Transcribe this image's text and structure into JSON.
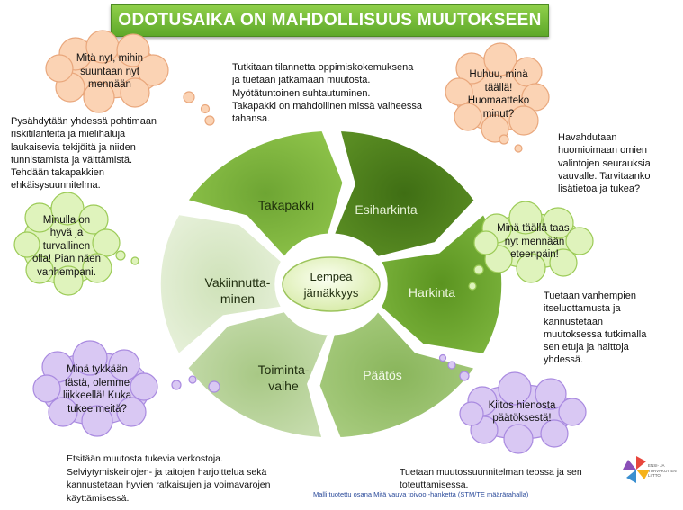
{
  "title": "ODOTUSAIKA ON MAHDOLLISUUS MUUTOKSEEN",
  "center_label": "Lempeä jämäkkyys",
  "segments": {
    "takapakki": "Takapakki",
    "esiharkinta": "Esiharkinta",
    "harkinta": "Harkinta",
    "paatos": "Päätös",
    "toimintavaihe_1": "Toiminta-",
    "toimintavaihe_2": "vaihe",
    "vakiinnuttaminen_1": "Vakiinnutta-",
    "vakiinnuttaminen_2": "minen"
  },
  "texts": {
    "top": [
      "Tutkitaan tilannetta oppimiskokemuksena",
      "ja tuetaan jatkamaan muutosta.",
      "Myötätuntoinen suhtautuminen.",
      "Takapakki on mahdollinen missä vaiheessa",
      "tahansa."
    ],
    "left_top": [
      "Pysähdytään yhdessä pohtimaan",
      "riskitilanteita ja mielihaluja",
      "laukaisevia tekijöitä ja niiden",
      "tunnistamista ja välttämistä.",
      "Tehdään takapakkien",
      "ehkäisysuunnitelma."
    ],
    "right_top": [
      "Havahdutaan",
      "huomioimaan omien",
      "valintojen seurauksia",
      "vauvalle. Tarvitaanko",
      "lisätietoa ja tukea?"
    ],
    "right_mid": [
      "Tuetaan vanhempien",
      "itseluottamusta ja",
      "kannustetaan",
      "muutoksessa tutkimalla",
      "sen etuja ja haittoja",
      "yhdessä."
    ],
    "bottom_left": [
      "Etsitään muutosta tukevia verkostoja.",
      "Selviytymiskeinojen- ja taitojen harjoittelua sekä",
      "kannustetaan hyvien ratkaisujen ja voimavarojen",
      "käyttämisessä."
    ],
    "bottom_right": [
      "Tuetaan muutossuunnitelman teossa ja sen",
      "toteuttamisessa."
    ]
  },
  "bubbles": {
    "top_left": [
      "Mitä nyt, mihin",
      "suuntaan nyt",
      "mennään"
    ],
    "top_right": [
      "Huhuu, minä",
      "täällä!",
      "Huomaatteko",
      "minut?"
    ],
    "left_mid": [
      "Minulla on",
      "hyvä ja",
      "turvallinen",
      "olla! Pian näen",
      "vanhempani."
    ],
    "right_mid": [
      "Minä täällä taas,",
      "nyt mennään",
      "eteenpäin!"
    ],
    "bottom_left": [
      "Minä tykkään",
      "tästä, olemme",
      "liikkeellä! Kuka",
      "tukee meitä?"
    ],
    "bottom_right": [
      "Kiitos hienosta",
      "päätöksestä!"
    ]
  },
  "footer": "Malli tuotettu osana Mitä vauva toivoo -hanketta (STM/TE määrärahalla)",
  "logo": {
    "line1": "ENSI- JA",
    "line2": "TURVAKOTIEN",
    "line3": "LIITTO"
  },
  "colors": {
    "takapakki": "#7fb33a",
    "esiharkinta": "#4b7d1a",
    "harkinta": "#64a126",
    "paatos": "#93bd65",
    "toimintavaihe": "#b3cf93",
    "vakiinnuttaminen": "#d6e6c5",
    "peach_bubble": "#fbd3b4",
    "green_bubble": "#dff3bc",
    "purple_bubble": "#d9c8f3"
  }
}
